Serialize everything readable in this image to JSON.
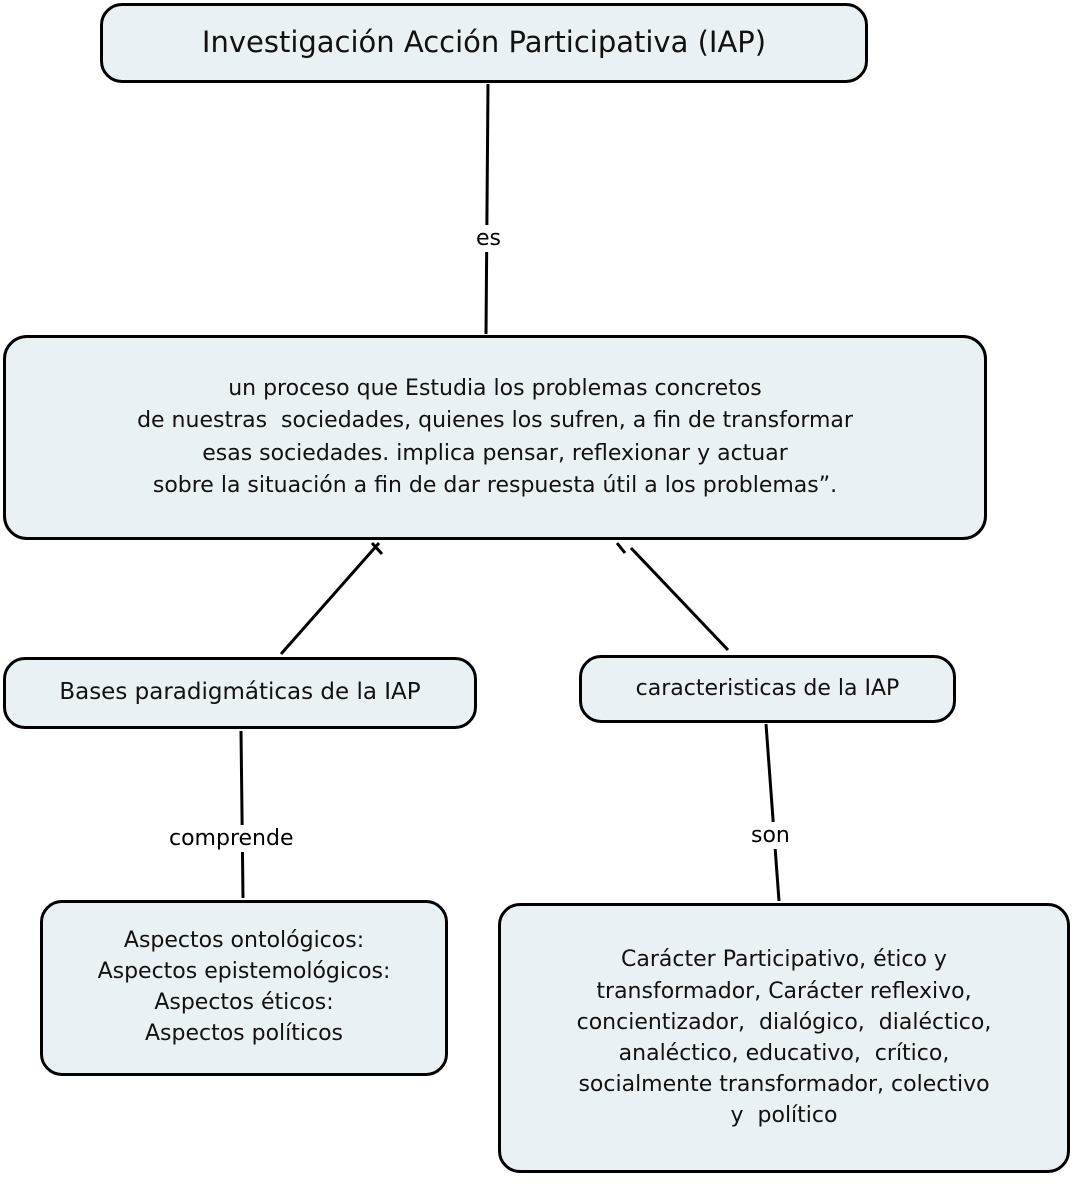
{
  "diagram": {
    "type": "concept-map",
    "title": "Investigación Acción Participativa (IAP)",
    "colors": {
      "node_fill": "#eaf1f4",
      "node_border": "#000000",
      "text": "#111111",
      "background": "#ffffff",
      "edge": "#000000"
    },
    "nodes": {
      "root": {
        "id": "root",
        "label": "Investigación Acción Participativa (IAP)",
        "lines": [
          "Investigación Acción Participativa (IAP)"
        ]
      },
      "definition": {
        "id": "definition",
        "label": "un proceso que Estudia los problemas concretos de nuestras  sociedades, quienes los sufren, a fin de transformar esas sociedades. implica pensar, reflexionar y actuar sobre la situación a fin de dar respuesta útil a los problemas”.",
        "lines": [
          "un proceso que Estudia los problemas concretos",
          "de nuestras  sociedades, quienes los sufren, a fin de transformar",
          "esas sociedades. implica pensar, reflexionar y actuar",
          "sobre la situación a fin de dar respuesta útil a los problemas”."
        ]
      },
      "bases": {
        "id": "bases",
        "label": "Bases paradigmáticas de la IAP",
        "lines": [
          "Bases paradigmáticas de la IAP"
        ]
      },
      "caracteristicas": {
        "id": "caracteristicas",
        "label": "caracteristicas de la IAP",
        "lines": [
          "caracteristicas de la IAP"
        ]
      },
      "aspectos": {
        "id": "aspectos",
        "label": "Aspectos ontológicos: Aspectos epistemológicos: Aspectos éticos: Aspectos políticos",
        "lines": [
          "Aspectos ontológicos:",
          "Aspectos epistemológicos:",
          "Aspectos éticos:",
          "Aspectos políticos"
        ]
      },
      "rasgos": {
        "id": "rasgos",
        "label": "Carácter Participativo, ético y transformador, Carácter reflexivo, concientizador,  dialógico,  dialéctico, analéctico, educativo,  crítico, socialmente transformador, colectivo y  político",
        "lines": [
          "Carácter Participativo, ético y",
          "transformador, Carácter reflexivo,",
          "concientizador,  dialógico,  dialéctico,",
          "analéctico, educativo,  crítico,",
          "socialmente transformador, colectivo",
          "y  político"
        ]
      }
    },
    "edges": [
      {
        "id": "root-definition",
        "from": "root",
        "to": "definition",
        "label": "es"
      },
      {
        "id": "definition-bases",
        "from": "definition",
        "to": "bases",
        "label": ""
      },
      {
        "id": "definition-caracteristicas",
        "from": "definition",
        "to": "caracteristicas",
        "label": ""
      },
      {
        "id": "bases-aspectos",
        "from": "bases",
        "to": "aspectos",
        "label": "comprende"
      },
      {
        "id": "caracteristicas-rasgos",
        "from": "caracteristicas",
        "to": "rasgos",
        "label": "son"
      }
    ]
  }
}
